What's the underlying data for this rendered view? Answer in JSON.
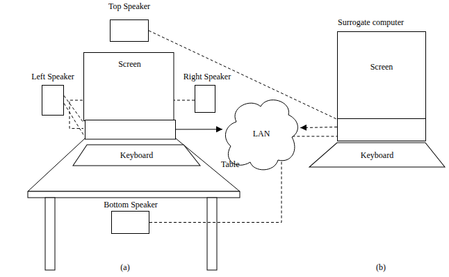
{
  "diagram": {
    "nodes": [
      {
        "text": [
          "Top Speaker"
        ]
      },
      {
        "text": [
          "Screen"
        ]
      },
      {
        "text": [
          "Left Speaker"
        ]
      },
      {
        "text": [
          "Right Speaker"
        ]
      },
      {
        "text": [
          "Keyboard"
        ]
      },
      {
        "text": [
          "Bottom Speaker"
        ]
      },
      {
        "text": [
          "LAN"
        ]
      },
      {
        "text": [
          "Surrogate computer",
          "Screen"
        ]
      },
      {
        "text": [
          "Keyboard"
        ]
      }
    ],
    "edges": [
      {
        "from": 2,
        "to": 1,
        "arrow": "none"
      },
      {
        "from": 2,
        "to": 1,
        "arrow": "none"
      },
      {
        "from": 3,
        "to": 1,
        "arrow": "none"
      },
      {
        "from": 1,
        "to": 6,
        "arrow": "to"
      },
      {
        "from": 7,
        "to": 6,
        "arrow": "to"
      },
      {
        "from": 0,
        "to": 7,
        "arrow": "none"
      },
      {
        "from": 5,
        "to": 7,
        "arrow": "none"
      }
    ],
    "labels": [
      "Table",
      "(a)",
      "(b)"
    ]
  }
}
